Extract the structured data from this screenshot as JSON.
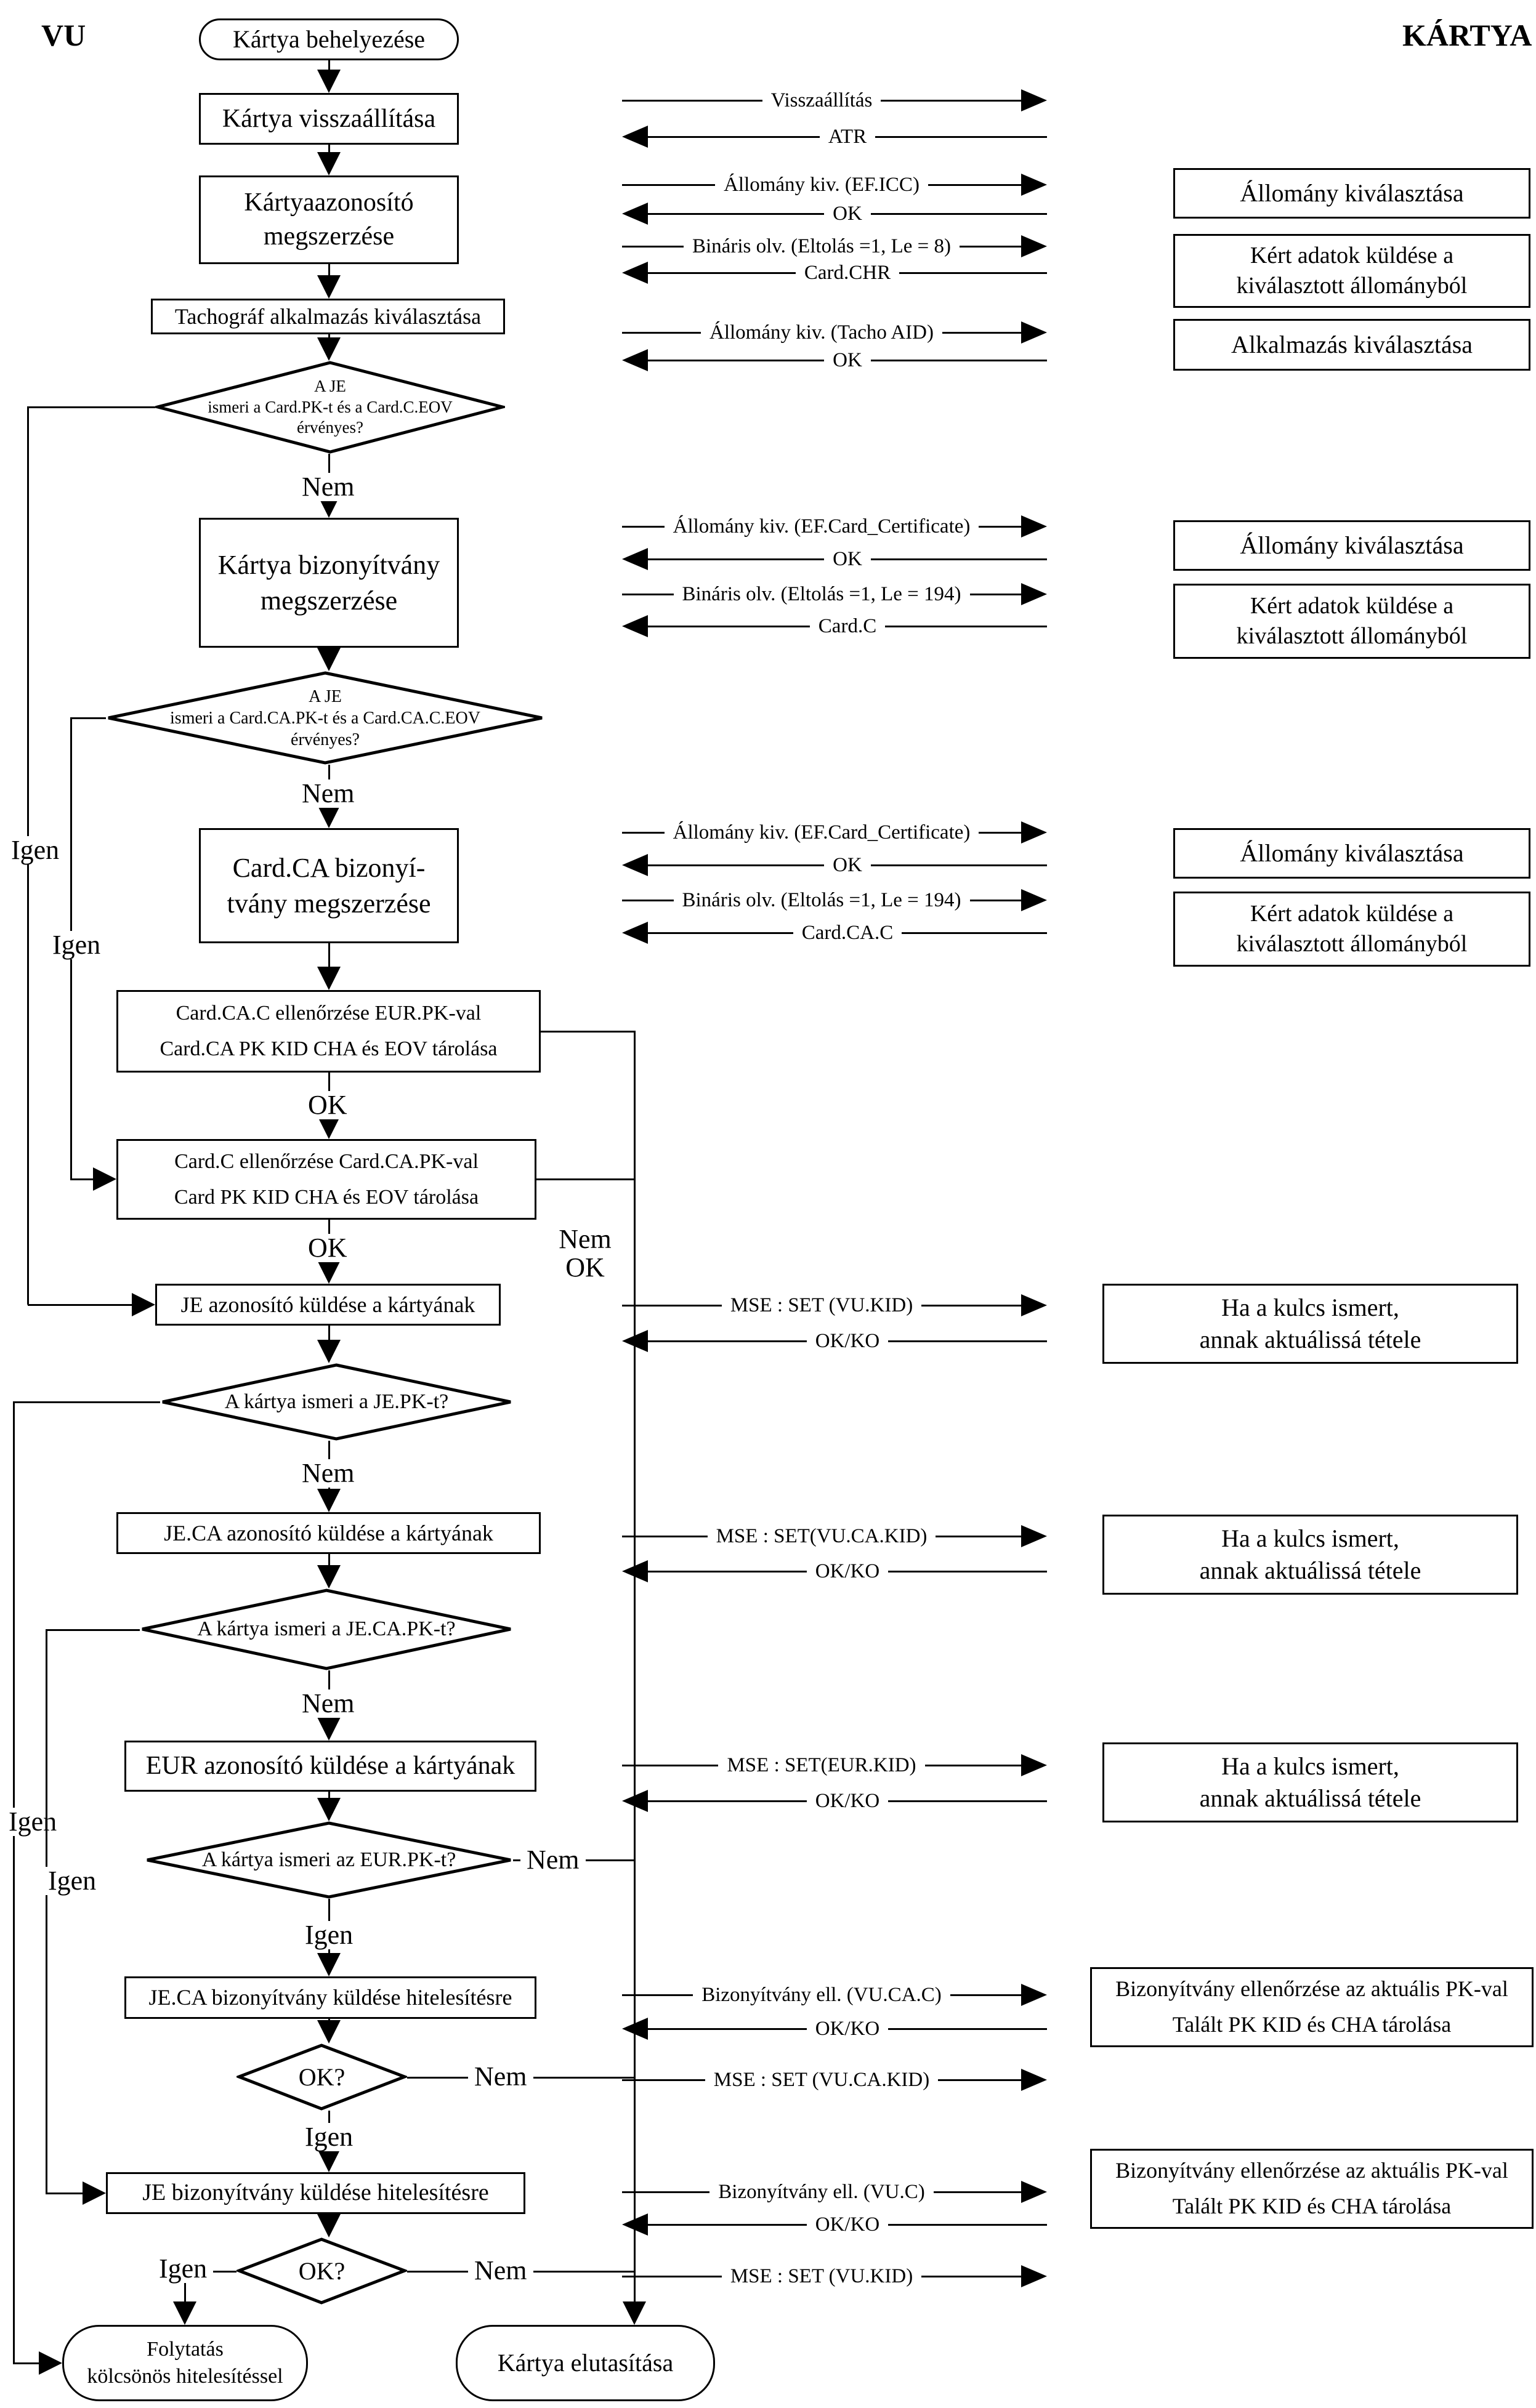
{
  "header": {
    "vu": "VU",
    "card": "KÁRTYA"
  },
  "labels": {
    "igen": "Igen",
    "nem": "Nem",
    "ok": "OK",
    "nem_ok_l1": "Nem",
    "nem_ok_l2": "OK"
  },
  "nodes": {
    "start": "Kártya behelyezése",
    "card_reset": "Kártya visszaállítása",
    "card_id_l1": "Kártyaazonosító",
    "card_id_l2": "megszerzése",
    "tacho_app": "Tachográf alkalmazás kiválasztása",
    "d1_l1": "A JE",
    "d1_l2": "ismeri a Card.PK-t és a Card.C.EOV",
    "d1_l3": "érvényes?",
    "card_cert_l1": "Kártya bizonyítvány",
    "card_cert_l2": "megszerzése",
    "d2_l1": "A JE",
    "d2_l2": "ismeri a Card.CA.PK-t és a Card.CA.C.EOV",
    "d2_l3": "érvényes?",
    "cardca_cert_l1": "Card.CA bizonyí-",
    "cardca_cert_l2": "tvány megszerzése",
    "verify_cardca_l1": "Card.CA.C ellenőrzése EUR.PK-val",
    "verify_cardca_l2": "Card.CA PK KID CHA és EOV tárolása",
    "verify_card_l1": "Card.C ellenőrzése Card.CA.PK-val",
    "verify_card_l2": "Card PK KID CHA és EOV tárolása",
    "send_je_id": "JE azonosító küldése a kártyának",
    "d3": "A kártya ismeri a JE.PK-t?",
    "send_jeca_id": "JE.CA azonosító küldése a kártyának",
    "d4": "A kártya ismeri a JE.CA.PK-t?",
    "send_eur_id": "EUR azonosító küldése a kártyának",
    "d5": "A kártya ismeri az EUR.PK-t?",
    "send_jeca_cert": "JE.CA bizonyítvány küldése hitelesítésre",
    "ok1": "OK?",
    "send_je_cert": "JE bizonyítvány küldése hitelesítésre",
    "ok2": "OK?",
    "end_continue_l1": "Folytatás",
    "end_continue_l2": "kölcsönös hitelesítéssel",
    "end_reject": "Kártya elutasítása"
  },
  "messages": [
    {
      "t": "Visszaállítás",
      "dir": "right"
    },
    {
      "t": "ATR",
      "dir": "left"
    },
    {
      "t": "Állomány kiv. (EF.ICC)",
      "dir": "right"
    },
    {
      "t": "OK",
      "dir": "left"
    },
    {
      "t": "Bináris olv. (Eltolás =1, Le = 8)",
      "dir": "right"
    },
    {
      "t": "Card.CHR",
      "dir": "left"
    },
    {
      "t": "Állomány kiv. (Tacho AID)",
      "dir": "right"
    },
    {
      "t": "OK",
      "dir": "left"
    },
    {
      "t": "Állomány kiv. (EF.Card_Certificate)",
      "dir": "right"
    },
    {
      "t": "OK",
      "dir": "left"
    },
    {
      "t": "Bináris olv. (Eltolás =1, Le = 194)",
      "dir": "right"
    },
    {
      "t": "Card.C",
      "dir": "left"
    },
    {
      "t": "Állomány kiv. (EF.Card_Certificate)",
      "dir": "right"
    },
    {
      "t": "OK",
      "dir": "left"
    },
    {
      "t": "Bináris olv. (Eltolás =1, Le = 194)",
      "dir": "right"
    },
    {
      "t": "Card.CA.C",
      "dir": "left"
    },
    {
      "t": "MSE : SET (VU.KID)",
      "dir": "right"
    },
    {
      "t": "OK/KO",
      "dir": "left"
    },
    {
      "t": "MSE : SET(VU.CA.KID)",
      "dir": "right"
    },
    {
      "t": "OK/KO",
      "dir": "left"
    },
    {
      "t": "MSE : SET(EUR.KID)",
      "dir": "right"
    },
    {
      "t": "OK/KO",
      "dir": "left"
    },
    {
      "t": "Bizonyítvány ell. (VU.CA.C)",
      "dir": "right"
    },
    {
      "t": "OK/KO",
      "dir": "left"
    },
    {
      "t": "MSE : SET (VU.CA.KID)",
      "dir": "right"
    },
    {
      "t": "Bizonyítvány ell. (VU.C)",
      "dir": "right"
    },
    {
      "t": "OK/KO",
      "dir": "left"
    },
    {
      "t": "MSE : SET (VU.KID)",
      "dir": "right"
    }
  ],
  "card_actions": [
    {
      "l1": "Állomány kiválasztása"
    },
    {
      "l1": "Kért adatok küldése a",
      "l2": "kiválasztott állományból"
    },
    {
      "l1": "Alkalmazás kiválasztása"
    },
    {
      "l1": "Állomány kiválasztása"
    },
    {
      "l1": "Kért adatok küldése a",
      "l2": "kiválasztott állományból"
    },
    {
      "l1": "Állomány kiválasztása"
    },
    {
      "l1": "Kért adatok küldése a",
      "l2": "kiválasztott állományból"
    },
    {
      "l1": "Ha a kulcs ismert,",
      "l2": "annak aktuálissá tétele"
    },
    {
      "l1": "Ha a kulcs ismert,",
      "l2": "annak aktuálissá tétele"
    },
    {
      "l1": "Ha a kulcs ismert,",
      "l2": "annak aktuálissá tétele"
    },
    {
      "l1": "Bizonyítvány ellenőrzése az aktuális PK-val",
      "l2": "Talált PK KID és CHA tárolása"
    },
    {
      "l1": "Bizonyítvány ellenőrzése az aktuális PK-val",
      "l2": "Talált PK KID és CHA tárolása"
    }
  ]
}
